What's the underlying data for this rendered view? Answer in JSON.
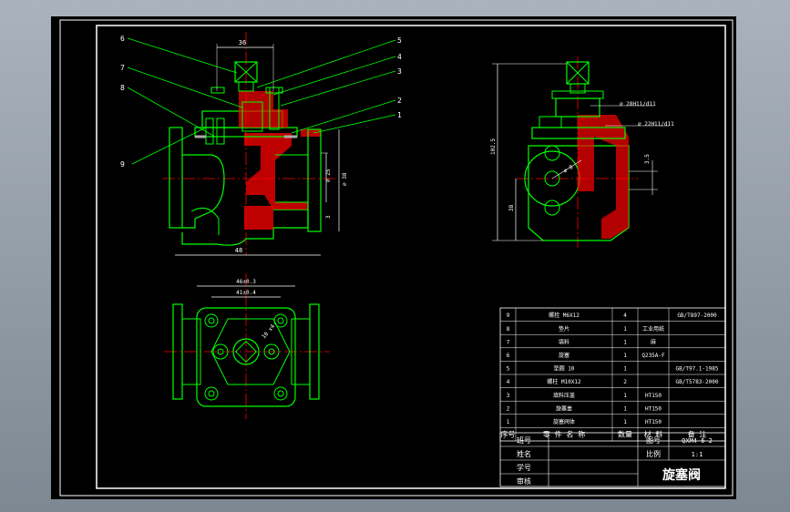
{
  "colors": {
    "paper": "#000000",
    "border": "#ffffff",
    "part": "#00ff00",
    "hatch": "#ff0000",
    "center": "#ff0000",
    "dim": "#ffffff",
    "leader": "#00ff00"
  },
  "front_view": {
    "balloons": [
      "6",
      "7",
      "8",
      "9",
      "5",
      "4",
      "3",
      "2",
      "1"
    ],
    "dims": {
      "top": "36",
      "bottom": "48",
      "d1": "⌀ 25",
      "d2": "⌀ 38",
      "small": "3"
    }
  },
  "side_view": {
    "dims": {
      "height": "102.5",
      "mid": "38",
      "d_small": "⌀ 8",
      "d_top1": "⌀ 28H11/d11",
      "d_top2": "⌀ 22H11/d11",
      "right": "3.5"
    }
  },
  "top_view": {
    "dims": {
      "outer": "46±0.3",
      "inner": "41±0.4",
      "hole": "10 x4"
    }
  },
  "bom": {
    "rows": [
      {
        "no": "9",
        "name": "螺栓 M6X12",
        "qty": "4",
        "material": "",
        "note": "GB/T897-2000"
      },
      {
        "no": "8",
        "name": "垫片",
        "qty": "1",
        "material": "工业用纸",
        "note": ""
      },
      {
        "no": "7",
        "name": "填料",
        "qty": "1",
        "material": "麻",
        "note": ""
      },
      {
        "no": "6",
        "name": "旋塞",
        "qty": "1",
        "material": "Q235A-F",
        "note": ""
      },
      {
        "no": "5",
        "name": "垫圈 10",
        "qty": "1",
        "material": "",
        "note": "GB/T97.1-1985"
      },
      {
        "no": "4",
        "name": "螺柱 M10X12",
        "qty": "2",
        "material": "",
        "note": "GB/T5783-2000"
      },
      {
        "no": "3",
        "name": "填料压盖",
        "qty": "1",
        "material": "HT150",
        "note": ""
      },
      {
        "no": "2",
        "name": "旋塞盖",
        "qty": "1",
        "material": "HT150",
        "note": ""
      },
      {
        "no": "1",
        "name": "旋塞阀体",
        "qty": "1",
        "material": "HT150",
        "note": ""
      }
    ],
    "header": {
      "no": "序号",
      "name": "零 件 名 称",
      "qty": "数量",
      "material": "材 料",
      "note": "备 注"
    }
  },
  "title_block": {
    "labels": [
      "班号",
      "姓名",
      "学号",
      "审核"
    ],
    "drawing_no_label": "图号",
    "drawing_no": "QXM4-6-2",
    "scale_label": "比例",
    "scale": "1:1",
    "title": "旋塞阀"
  }
}
